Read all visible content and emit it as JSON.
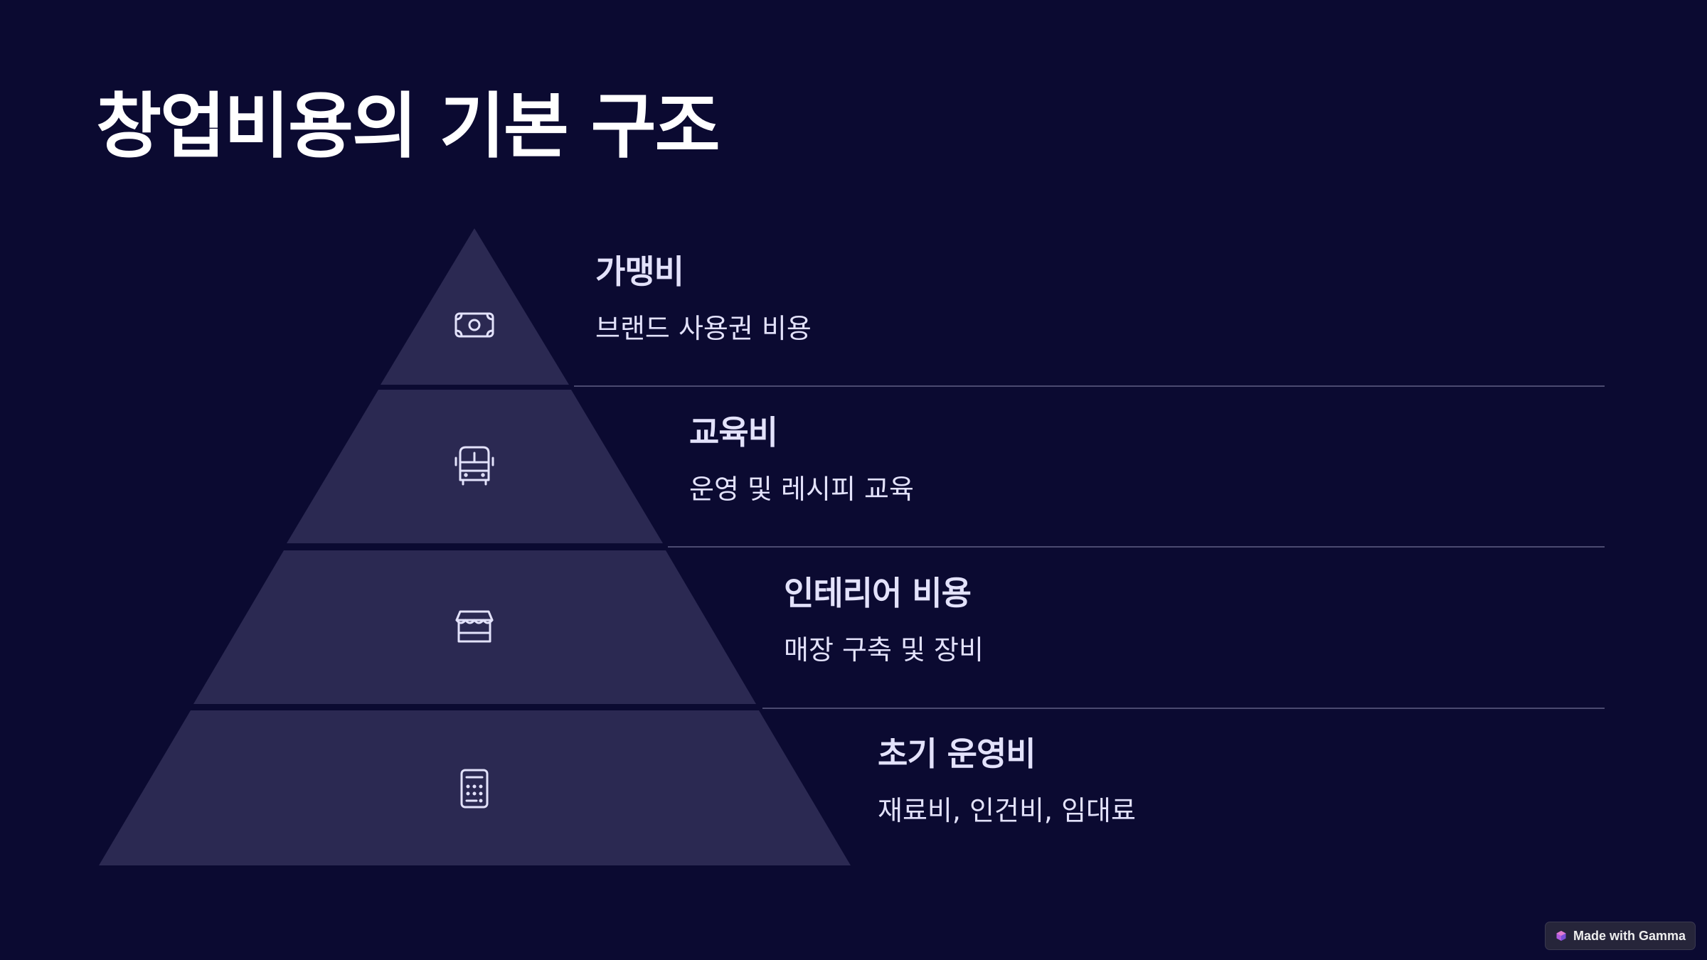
{
  "slide": {
    "title": "창업비용의 기본 구조"
  },
  "pyramid": {
    "levels": [
      {
        "title": "가맹비",
        "description": "브랜드 사용권 비용",
        "icon": "banknote-icon"
      },
      {
        "title": "교육비",
        "description": "운영 및 레시피 교육",
        "icon": "bus-icon"
      },
      {
        "title": "인테리어 비용",
        "description": "매장 구축 및 장비",
        "icon": "store-icon"
      },
      {
        "title": "초기 운영비",
        "description": "재료비, 인건비, 임대료",
        "icon": "calculator-icon"
      }
    ]
  },
  "badge": {
    "label": "Made with Gamma"
  },
  "colors": {
    "background": "#0b0a31",
    "segment_fill": "#2b2952",
    "text": "#e3e2fb",
    "divider": "#4b4a70"
  }
}
